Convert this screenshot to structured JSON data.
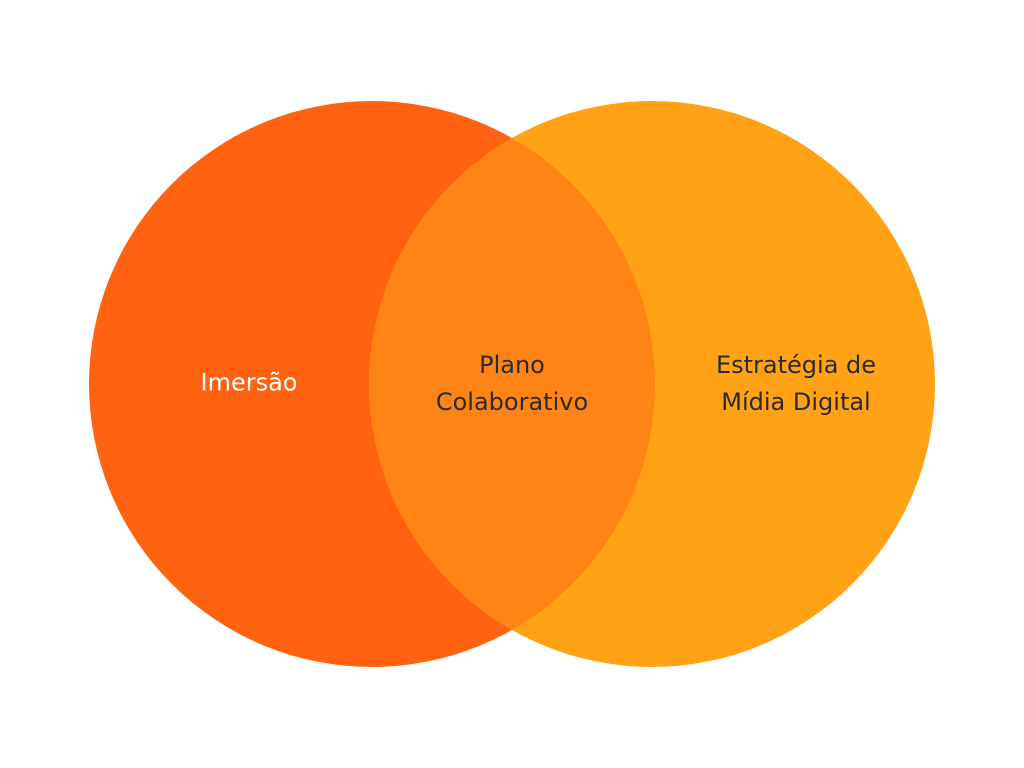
{
  "venn": {
    "left": {
      "label": "Imersão",
      "color": "#FF6210"
    },
    "right": {
      "label_line1": "Estratégia de",
      "label_line2": "Mídia Digital",
      "color": "#FFA216"
    },
    "overlap": {
      "label_line1": "Plano",
      "label_line2": "Colaborativo",
      "color": "#FF8416"
    }
  }
}
